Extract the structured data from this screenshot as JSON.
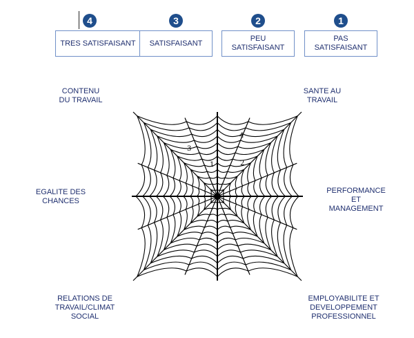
{
  "scale": [
    {
      "number": "4",
      "label": "TRES\nSATISFAISANT"
    },
    {
      "number": "3",
      "label": "SATISFAISANT"
    },
    {
      "number": "2",
      "label": "PEU\nSATISFAISANT"
    },
    {
      "number": "1",
      "label": "PAS\nSATISFAISANT"
    }
  ],
  "dimensions": {
    "top_left": "CONTENU\nDU TRAVAIL",
    "top_right": "SANTE AU\nTRAVAIL",
    "left": "EGALITE DES\nCHANCES",
    "right": "PERFORMANCE\nET\nMANAGEMENT",
    "bottom_left": "RELATIONS DE\nTRAVAIL/CLIMAT\nSOCIAL",
    "bottom_right": "EMPLOYABILITE ET\nDEVELOPPEMENT\nPROFESSIONNEL"
  },
  "web_numbers": [
    "1",
    "2",
    "3",
    "4"
  ],
  "colors": {
    "badge": "#1f4e8c",
    "text": "#1f2f6f",
    "box_border": "#6f8fc7",
    "web": "#000000"
  }
}
